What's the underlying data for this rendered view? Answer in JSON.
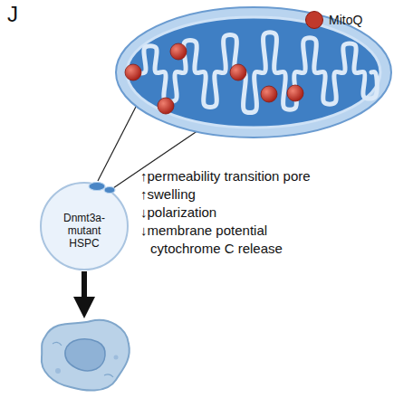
{
  "diagram": {
    "nodes": [
      {
        "text": [
          "Dnmt3a-mutant HSPC"
        ]
      }
    ],
    "labels": [
      "J",
      "↑permeability transition pore",
      "↑swelling",
      "↓polarization",
      "↓membrane potential",
      "cytochrome C release"
    ],
    "legend": [
      {
        "text": "MitoQ",
        "color": "#c0392b"
      }
    ]
  }
}
